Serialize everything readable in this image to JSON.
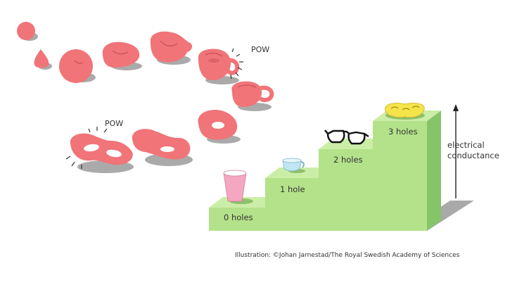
{
  "labels": {
    "pow_top": "POW",
    "pow_left": "POW",
    "step_0": "0 holes",
    "step_1": "1 hole",
    "step_2": "2 holes",
    "step_3": "3 holes",
    "axis_line1": "electrical",
    "axis_line2": "conductance",
    "credit": "Illustration: ©Johan Jarnestad/The Royal Swedish Academy of Sciences"
  },
  "colors": {
    "blob": "#f07478",
    "blob_dark": "#d8585e",
    "shadow": "#9a9a9a",
    "step_face": "#b4e28a",
    "step_top": "#cbeea6",
    "step_side": "#86c46a",
    "cup_pink": "#f5a6c0",
    "mug_blue": "#bfe6f2",
    "pretzel": "#f5e34a",
    "text": "#333333"
  }
}
